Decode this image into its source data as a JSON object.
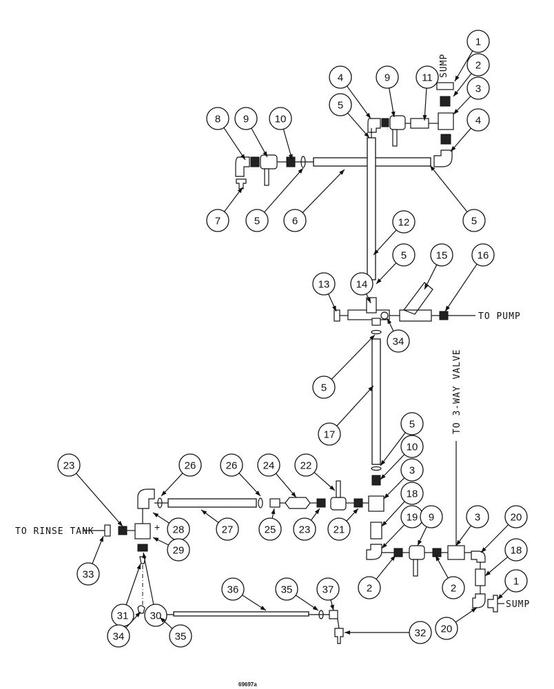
{
  "labels": {
    "sump_top": "SUMP",
    "to_pump": "TO PUMP",
    "to_3way": "TO 3-WAY VALVE",
    "to_rinse": "TO RINSE TANK",
    "sump_bottom": "SUMP"
  },
  "drawing_number": "69697a",
  "callouts": [
    {
      "id": "c1a",
      "n": "1"
    },
    {
      "id": "c2a",
      "n": "2"
    },
    {
      "id": "c3a",
      "n": "3"
    },
    {
      "id": "c4a",
      "n": "4"
    },
    {
      "id": "c4b",
      "n": "4"
    },
    {
      "id": "c9a",
      "n": "9"
    },
    {
      "id": "c11",
      "n": "11"
    },
    {
      "id": "c5a",
      "n": "5"
    },
    {
      "id": "c8",
      "n": "8"
    },
    {
      "id": "c9b",
      "n": "9"
    },
    {
      "id": "c10a",
      "n": "10"
    },
    {
      "id": "c7",
      "n": "7"
    },
    {
      "id": "c5b",
      "n": "5"
    },
    {
      "id": "c6",
      "n": "6"
    },
    {
      "id": "c5c",
      "n": "5"
    },
    {
      "id": "c12",
      "n": "12"
    },
    {
      "id": "c5d",
      "n": "5"
    },
    {
      "id": "c13",
      "n": "13"
    },
    {
      "id": "c14",
      "n": "14"
    },
    {
      "id": "c15",
      "n": "15"
    },
    {
      "id": "c16",
      "n": "16"
    },
    {
      "id": "c34a",
      "n": "34"
    },
    {
      "id": "c5e",
      "n": "5"
    },
    {
      "id": "c17",
      "n": "17"
    },
    {
      "id": "c5f",
      "n": "5"
    },
    {
      "id": "c10b",
      "n": "10"
    },
    {
      "id": "c3b",
      "n": "3"
    },
    {
      "id": "c18a",
      "n": "18"
    },
    {
      "id": "c19",
      "n": "19"
    },
    {
      "id": "c23a",
      "n": "23"
    },
    {
      "id": "c26a",
      "n": "26"
    },
    {
      "id": "c26b",
      "n": "26"
    },
    {
      "id": "c24",
      "n": "24"
    },
    {
      "id": "c22",
      "n": "22"
    },
    {
      "id": "c28",
      "n": "28"
    },
    {
      "id": "c27",
      "n": "27"
    },
    {
      "id": "c25",
      "n": "25"
    },
    {
      "id": "c23b",
      "n": "23"
    },
    {
      "id": "c21",
      "n": "21"
    },
    {
      "id": "c29",
      "n": "29"
    },
    {
      "id": "c33",
      "n": "33"
    },
    {
      "id": "c31",
      "n": "31"
    },
    {
      "id": "c30",
      "n": "30"
    },
    {
      "id": "c9c",
      "n": "9"
    },
    {
      "id": "c3c",
      "n": "3"
    },
    {
      "id": "c20a",
      "n": "20"
    },
    {
      "id": "c18b",
      "n": "18"
    },
    {
      "id": "c1b",
      "n": "1"
    },
    {
      "id": "c2b",
      "n": "2"
    },
    {
      "id": "c2c",
      "n": "2"
    },
    {
      "id": "c20b",
      "n": "20"
    },
    {
      "id": "c36",
      "n": "36"
    },
    {
      "id": "c35a",
      "n": "35"
    },
    {
      "id": "c37",
      "n": "37"
    },
    {
      "id": "c34b",
      "n": "34"
    },
    {
      "id": "c35b",
      "n": "35"
    },
    {
      "id": "c32",
      "n": "32"
    }
  ]
}
